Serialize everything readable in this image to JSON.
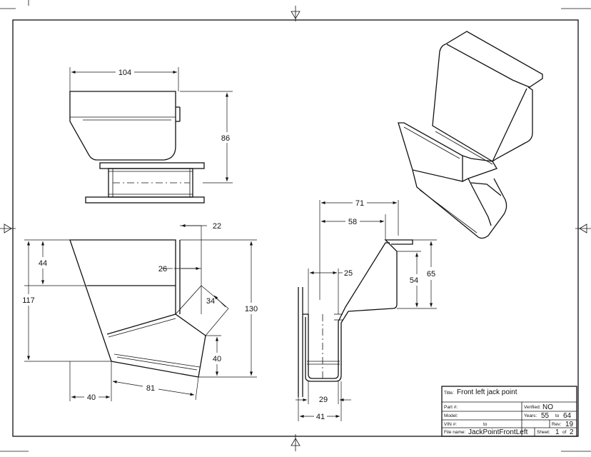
{
  "drawing": {
    "dimensions": {
      "front_width": "104",
      "front_height": "86",
      "side_top": "22",
      "side_upper": "44",
      "side_total": "117",
      "side_right_total": "130",
      "side_inner": "26",
      "side_diag": "34",
      "side_lower_right": "40",
      "side_bottom_left": "40",
      "side_bottom": "81",
      "end_top": "71",
      "end_mid": "58",
      "end_inner": "25",
      "end_right_54": "54",
      "end_right_65": "65",
      "end_bottom_inner": "29",
      "end_bottom_outer": "41"
    }
  },
  "title_block": {
    "title_label": "Title:",
    "title": "Front left jack point",
    "part_label": "Part #:",
    "part": "",
    "verified_label": "Verified:",
    "verified": "NO",
    "model_label": "Model:",
    "model": "",
    "years_label": "Years:",
    "years_from": "55",
    "years_to_label": "to",
    "years_to": "64",
    "vin_label": "VIN #:",
    "vin_to_label": "to",
    "rev_label": "Rev:",
    "rev": "19",
    "file_label": "File name:",
    "file": "JackPointFrontLeft",
    "sheet_label": "Sheet:",
    "sheet": "1",
    "sheet_of_label": "of",
    "sheet_total": "2"
  }
}
